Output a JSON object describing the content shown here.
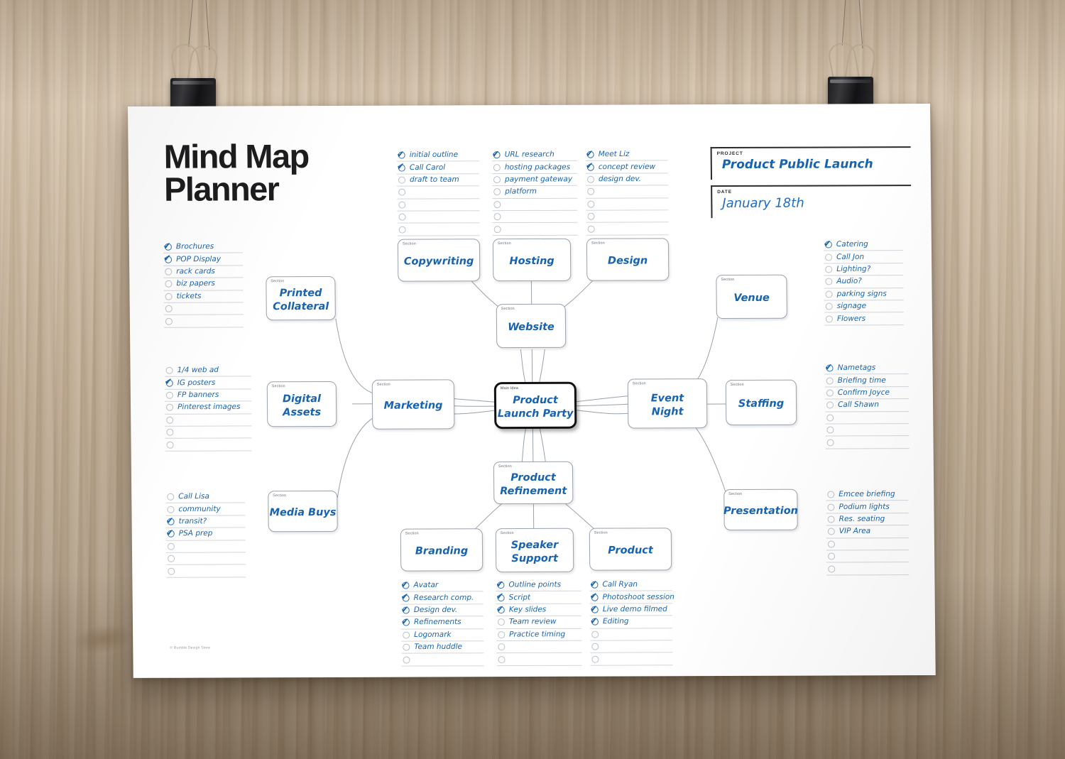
{
  "poster": {
    "title_line1": "Mind Map",
    "title_line2": "Planner",
    "credit": "© Rumble Design Store"
  },
  "header_fields": {
    "project": {
      "label": "PROJECT",
      "value": "Product Public Launch"
    },
    "date": {
      "label": "DATE",
      "value": "January 18th"
    }
  },
  "node_tags": {
    "main": "Main Idea",
    "section": "Section"
  },
  "nodes": {
    "main_idea": "Product\nLaunch Party",
    "marketing": "Marketing",
    "website": "Website",
    "event_night": "Event\nNight",
    "product_refinement": "Product\nRefinement",
    "printed_collateral": "Printed\nCollateral",
    "digital_assets": "Digital\nAssets",
    "media_buys": "Media Buys",
    "copywriting": "Copywriting",
    "hosting": "Hosting",
    "design": "Design",
    "venue": "Venue",
    "staffing": "Staffing",
    "presentation": "Presentation",
    "branding": "Branding",
    "speaker_support": "Speaker\nSupport",
    "product": "Product"
  },
  "checklists": {
    "copywriting": [
      {
        "text": "initial outline",
        "checked": true
      },
      {
        "text": "Call Carol",
        "checked": true
      },
      {
        "text": "draft to team",
        "checked": false
      },
      {
        "text": "",
        "checked": false
      },
      {
        "text": "",
        "checked": false
      },
      {
        "text": "",
        "checked": false
      },
      {
        "text": "",
        "checked": false
      }
    ],
    "hosting": [
      {
        "text": "URL research",
        "checked": true
      },
      {
        "text": "hosting packages",
        "checked": false
      },
      {
        "text": "payment gateway",
        "checked": false
      },
      {
        "text": "platform",
        "checked": false
      },
      {
        "text": "",
        "checked": false
      },
      {
        "text": "",
        "checked": false
      },
      {
        "text": "",
        "checked": false
      }
    ],
    "design": [
      {
        "text": "Meet Liz",
        "checked": true
      },
      {
        "text": "concept review",
        "checked": true
      },
      {
        "text": "design dev.",
        "checked": false
      },
      {
        "text": "",
        "checked": false
      },
      {
        "text": "",
        "checked": false
      },
      {
        "text": "",
        "checked": false
      },
      {
        "text": "",
        "checked": false
      }
    ],
    "printed_collateral": [
      {
        "text": "Brochures",
        "checked": true
      },
      {
        "text": "POP Display",
        "checked": true
      },
      {
        "text": "rack cards",
        "checked": false
      },
      {
        "text": "biz papers",
        "checked": false
      },
      {
        "text": "tickets",
        "checked": false
      },
      {
        "text": "",
        "checked": false
      },
      {
        "text": "",
        "checked": false
      }
    ],
    "digital_assets": [
      {
        "text": "1/4 web ad",
        "checked": false
      },
      {
        "text": "IG posters",
        "checked": true
      },
      {
        "text": "FP banners",
        "checked": false
      },
      {
        "text": "Pinterest images",
        "checked": false
      },
      {
        "text": "",
        "checked": false
      },
      {
        "text": "",
        "checked": false
      },
      {
        "text": "",
        "checked": false
      }
    ],
    "media_buys": [
      {
        "text": "Call Lisa",
        "checked": false
      },
      {
        "text": "community",
        "checked": false
      },
      {
        "text": "transit?",
        "checked": true
      },
      {
        "text": "PSA prep",
        "checked": true
      },
      {
        "text": "",
        "checked": false
      },
      {
        "text": "",
        "checked": false
      },
      {
        "text": "",
        "checked": false
      }
    ],
    "venue": [
      {
        "text": "Catering",
        "checked": true
      },
      {
        "text": "Call Jon",
        "checked": false
      },
      {
        "text": "Lighting?",
        "checked": false
      },
      {
        "text": "Audio?",
        "checked": false
      },
      {
        "text": "parking signs",
        "checked": false
      },
      {
        "text": "signage",
        "checked": false
      },
      {
        "text": "Flowers",
        "checked": false
      }
    ],
    "staffing": [
      {
        "text": "Nametags",
        "checked": true
      },
      {
        "text": "Briefing time",
        "checked": false
      },
      {
        "text": "Confirm Joyce",
        "checked": false
      },
      {
        "text": "Call Shawn",
        "checked": false
      },
      {
        "text": "",
        "checked": false
      },
      {
        "text": "",
        "checked": false
      },
      {
        "text": "",
        "checked": false
      }
    ],
    "presentation": [
      {
        "text": "Emcee briefing",
        "checked": false
      },
      {
        "text": "Podium lights",
        "checked": false
      },
      {
        "text": "Res. seating",
        "checked": false
      },
      {
        "text": "VIP Area",
        "checked": false
      },
      {
        "text": "",
        "checked": false
      },
      {
        "text": "",
        "checked": false
      },
      {
        "text": "",
        "checked": false
      }
    ],
    "branding": [
      {
        "text": "Avatar",
        "checked": true
      },
      {
        "text": "Research comp.",
        "checked": true
      },
      {
        "text": "Design dev.",
        "checked": true
      },
      {
        "text": "Refinements",
        "checked": true
      },
      {
        "text": "Logomark",
        "checked": false
      },
      {
        "text": "Team huddle",
        "checked": false
      },
      {
        "text": "",
        "checked": false
      }
    ],
    "speaker_support": [
      {
        "text": "Outline points",
        "checked": true
      },
      {
        "text": "Script",
        "checked": true
      },
      {
        "text": "Key slides",
        "checked": true
      },
      {
        "text": "Team review",
        "checked": false
      },
      {
        "text": "Practice timing",
        "checked": false
      },
      {
        "text": "",
        "checked": false
      },
      {
        "text": "",
        "checked": false
      }
    ],
    "product": [
      {
        "text": "Call Ryan",
        "checked": true
      },
      {
        "text": "Photoshoot session",
        "checked": true
      },
      {
        "text": "Live demo filmed",
        "checked": true
      },
      {
        "text": "Editing",
        "checked": true
      },
      {
        "text": "",
        "checked": false
      },
      {
        "text": "",
        "checked": false
      },
      {
        "text": "",
        "checked": false
      }
    ]
  },
  "colors": {
    "ink_blue": "#1763b0",
    "rule": "#d2d7dc",
    "node_border": "#9aa2ab",
    "main_border": "#121214",
    "paper": "#ffffff"
  }
}
